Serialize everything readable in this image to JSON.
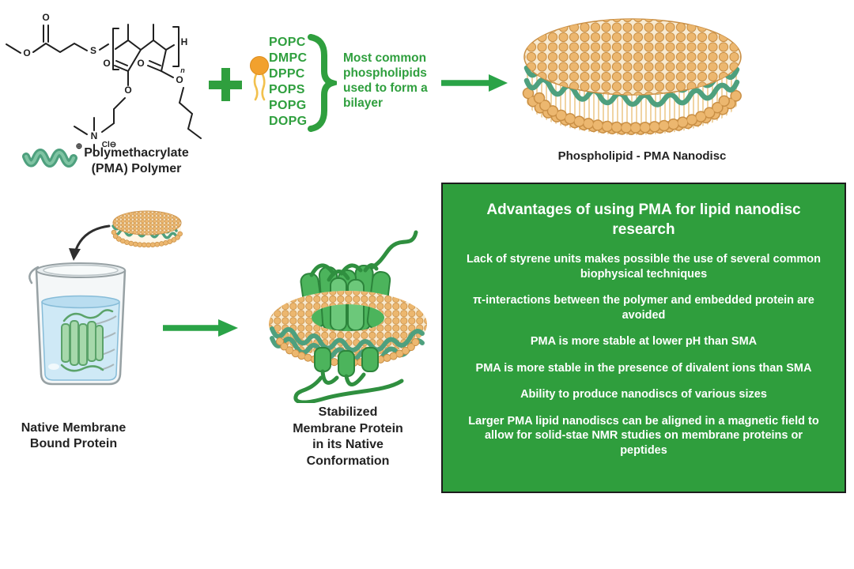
{
  "colors": {
    "green": "#2f9f3e",
    "box_green": "#2f9e3d",
    "lipid_orange": "#ecb76f",
    "helix_green": "#4ea07e",
    "text_dark": "#232323"
  },
  "reaction": {
    "polymer_label": "Polymethacrylate\n(PMA) Polymer",
    "phospholipids": [
      "POPC",
      "DMPC",
      "DPPC",
      "POPS",
      "POPG",
      "DOPG"
    ],
    "brace_note": "Most common\nphospholipids\nused to form a\nbilayer",
    "product_label": "Phospholipid - PMA Nanodisc"
  },
  "process": {
    "beaker_label": "Native Membrane\nBound Protein",
    "result_label": "Stabilized\nMembrane Protein\nin its Native\nConformation"
  },
  "advantages": {
    "title": "Advantages of using PMA for lipid nanodisc research",
    "items": [
      "Lack of styrene units makes possible the use of several common biophysical techniques",
      "π-interactions between the polymer and embedded protein are avoided",
      "PMA is more stable at lower pH than SMA",
      "PMA is more stable in the presence of divalent ions than SMA",
      "Ability to produce nanodiscs of various sizes",
      "Larger PMA lipid nanodiscs can be aligned in a magnetic field to allow for solid-stae NMR studies on membrane proteins or peptides"
    ]
  }
}
